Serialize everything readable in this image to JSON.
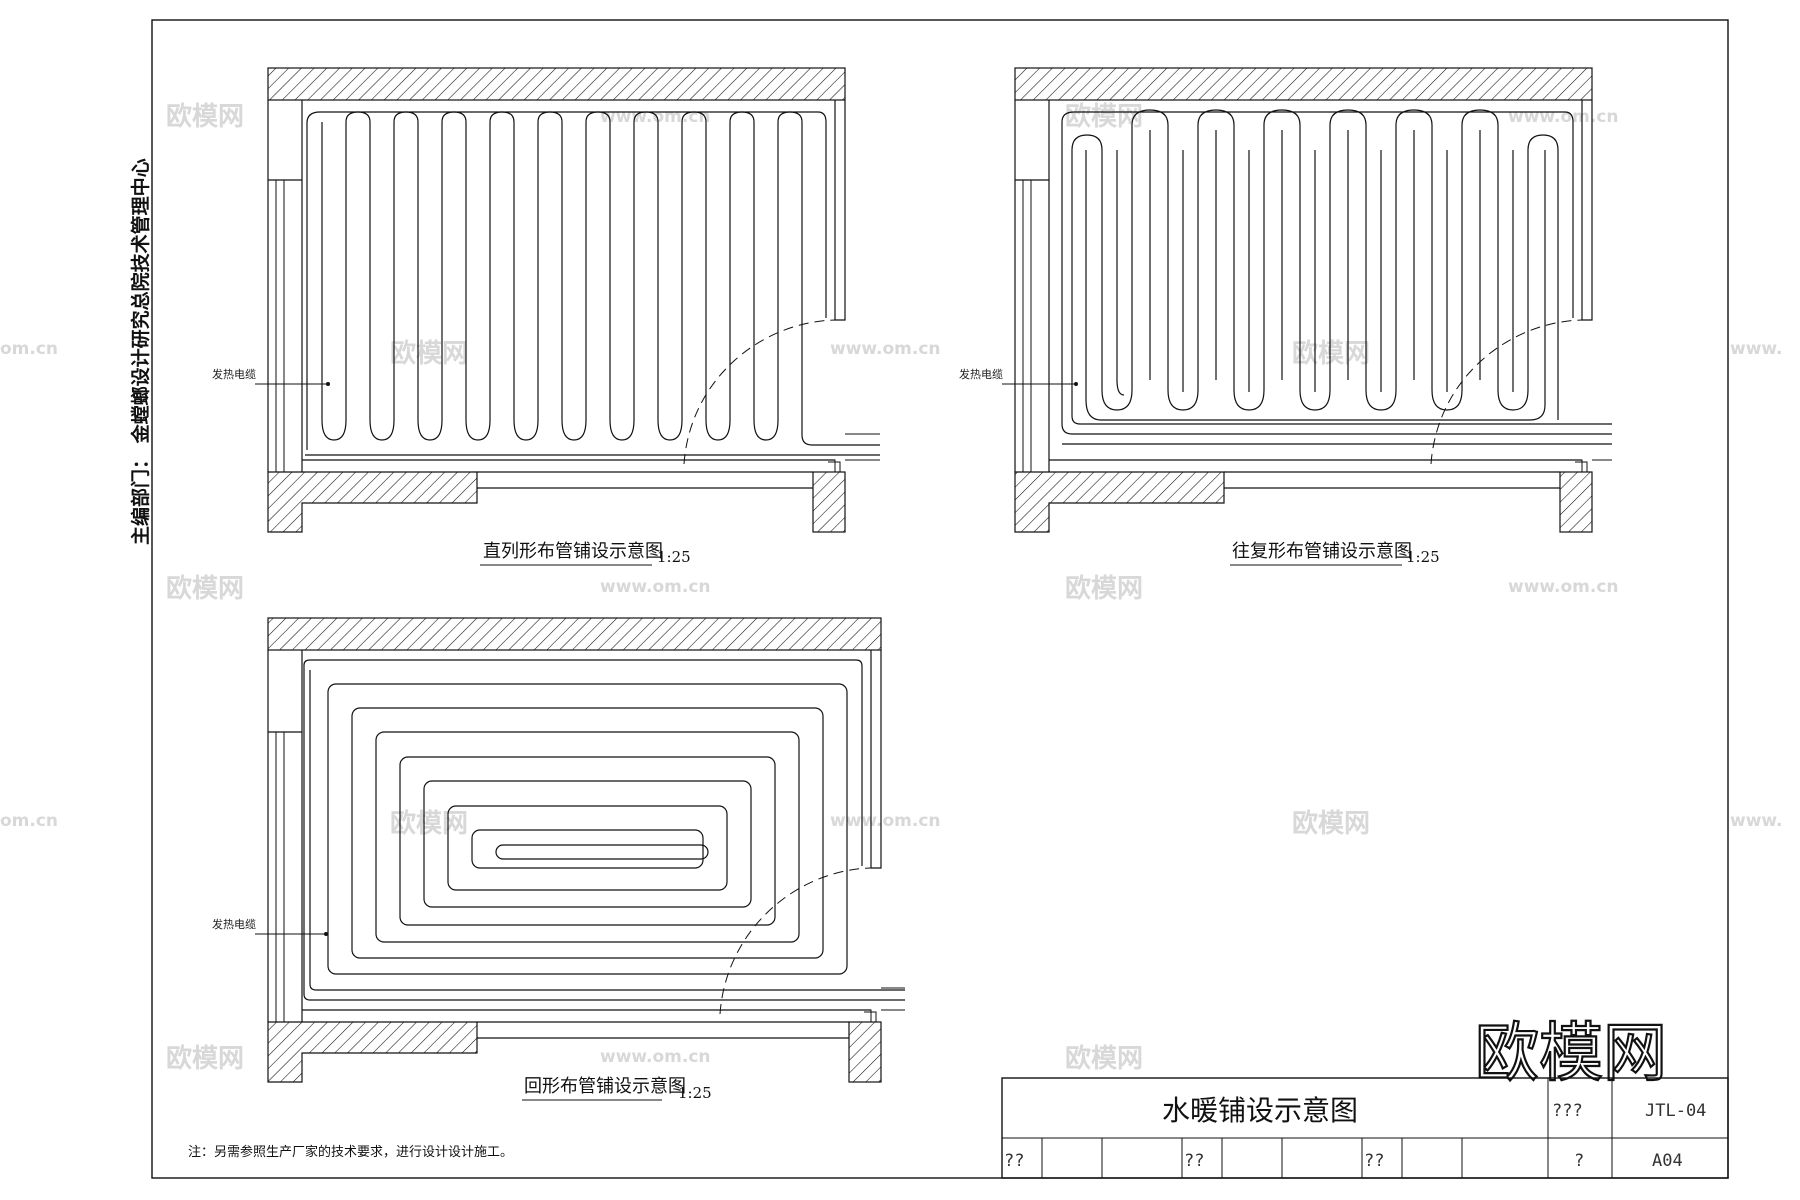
{
  "department_label": "主编部门：  金螳螂设计研究总院技术管理中心",
  "diagrams": [
    {
      "caption": "直列形布管铺设示意图",
      "scale": "1:25",
      "cable_label": "发热电缆"
    },
    {
      "caption": "往复形布管铺设示意图",
      "scale": "1:25",
      "cable_label": "发热电缆"
    },
    {
      "caption": "回形布管铺设示意图",
      "scale": "1:25",
      "cable_label": "发热电缆"
    }
  ],
  "note": "注：另需参照生产厂家的技术要求，进行设计设计施工。",
  "title_block": {
    "drawing_title": "水暖铺设示意图",
    "row1_label": "???",
    "drawing_number": "JTL-04",
    "row2_cells": [
      "??",
      "??",
      "??"
    ],
    "page_label": "?",
    "page_number": "A04"
  },
  "watermark": {
    "brand": "欧模网",
    "url": "www.om.cn",
    "url_partial_left": "om.cn",
    "url_partial_right": "www."
  }
}
